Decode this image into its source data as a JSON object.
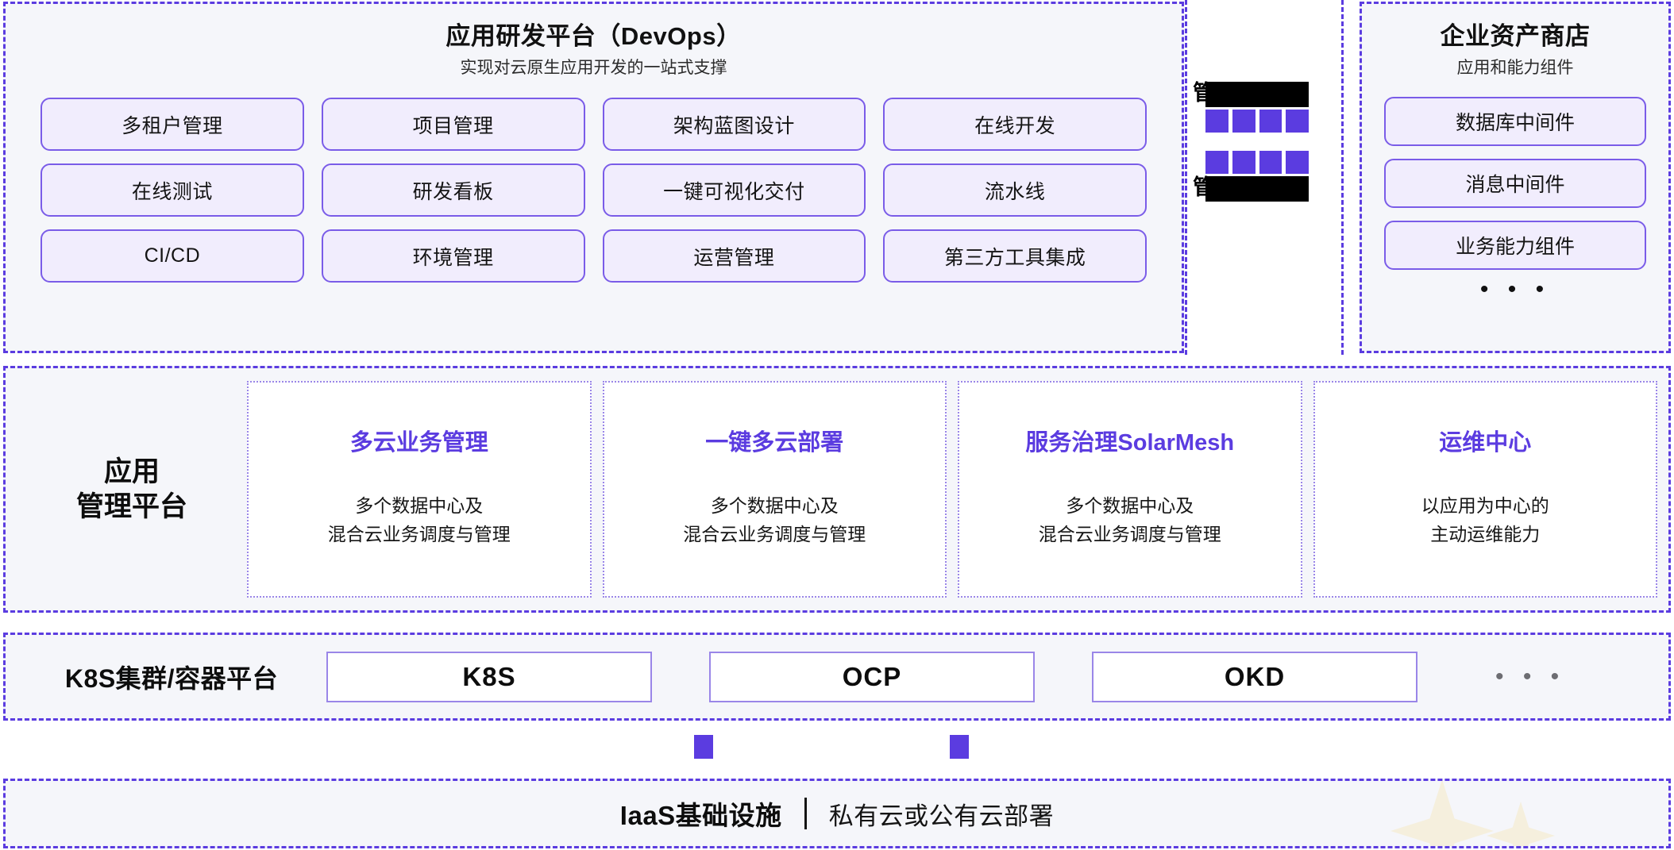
{
  "devops": {
    "title": "应用研发平台（DevOps）",
    "subtitle": "实现对云原生应用开发的一站式支撑",
    "cards": [
      "多租户管理",
      "项目管理",
      "架构蓝图设计",
      "在线开发",
      "在线测试",
      "研发看板",
      "一键可视化交付",
      "流水线",
      "CI/CD",
      "环境管理",
      "运营管理",
      "第三方工具集成"
    ]
  },
  "connector_column": {
    "groups": [
      {
        "redaction_peek": "管",
        "swatch_count": 4,
        "bar_position": "top"
      },
      {
        "redaction_peek": "管",
        "swatch_count": 4,
        "bar_position": "bottom"
      }
    ]
  },
  "asset_store": {
    "title": "企业资产商店",
    "subtitle": "应用和能力组件",
    "cards": [
      "数据库中间件",
      "消息中间件",
      "业务能力组件"
    ],
    "ellipsis": "• • •"
  },
  "management_platform": {
    "label": "应用\n管理平台",
    "cards": [
      {
        "title": "多云业务管理",
        "desc": "多个数据中心及\n混合云业务调度与管理"
      },
      {
        "title": "一键多云部署",
        "desc": "多个数据中心及\n混合云业务调度与管理"
      },
      {
        "title": "服务治理SolarMesh",
        "desc": "多个数据中心及\n混合云业务调度与管理"
      },
      {
        "title": "运维中心",
        "desc": "以应用为中心的\n主动运维能力"
      }
    ]
  },
  "k8s": {
    "label": "K8S集群/容器平台",
    "items": [
      "K8S",
      "OCP",
      "OKD"
    ],
    "ellipsis": "• • •"
  },
  "iaas": {
    "title": "IaaS基础设施",
    "divider": "|",
    "subtitle": "私有云或公有云部署"
  },
  "colors": {
    "accent_purple": "#5b3ce0",
    "card_border": "#7a5ce8",
    "card_fill": "#f1edfd",
    "panel_fill": "#f5f6fa",
    "sparkle": "#f5efdd"
  }
}
